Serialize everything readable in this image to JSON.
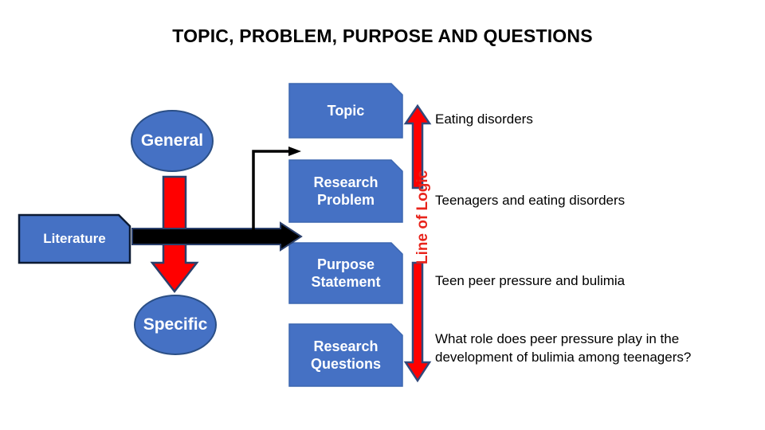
{
  "title": "TOPIC, PROBLEM, PURPOSE AND QUESTIONS",
  "left_column": {
    "general_label": "General",
    "specific_label": "Specific",
    "literature_label": "Literature"
  },
  "stages": [
    {
      "label_line1": "Topic",
      "label_line2": ""
    },
    {
      "label_line1": "Research",
      "label_line2": "Problem"
    },
    {
      "label_line1": "Purpose",
      "label_line2": "Statement"
    },
    {
      "label_line1": "Research",
      "label_line2": "Questions"
    }
  ],
  "logic_axis": {
    "label": "Line of Logic"
  },
  "examples": [
    {
      "text": "Eating disorders"
    },
    {
      "text": "Teenagers and eating disorders"
    },
    {
      "text": "Teen peer pressure and bulimia"
    },
    {
      "text": "What role does peer pressure play in the development of bulimia among teenagers?"
    }
  ],
  "colors": {
    "shape_fill": "#4571C4",
    "shape_stroke": "#2B4F86",
    "accent_red": "#E8241C",
    "arrow_head_navy": "#31497B",
    "connector_black": "#000000",
    "text_white": "#FFFFFF",
    "text_black": "#000000"
  }
}
